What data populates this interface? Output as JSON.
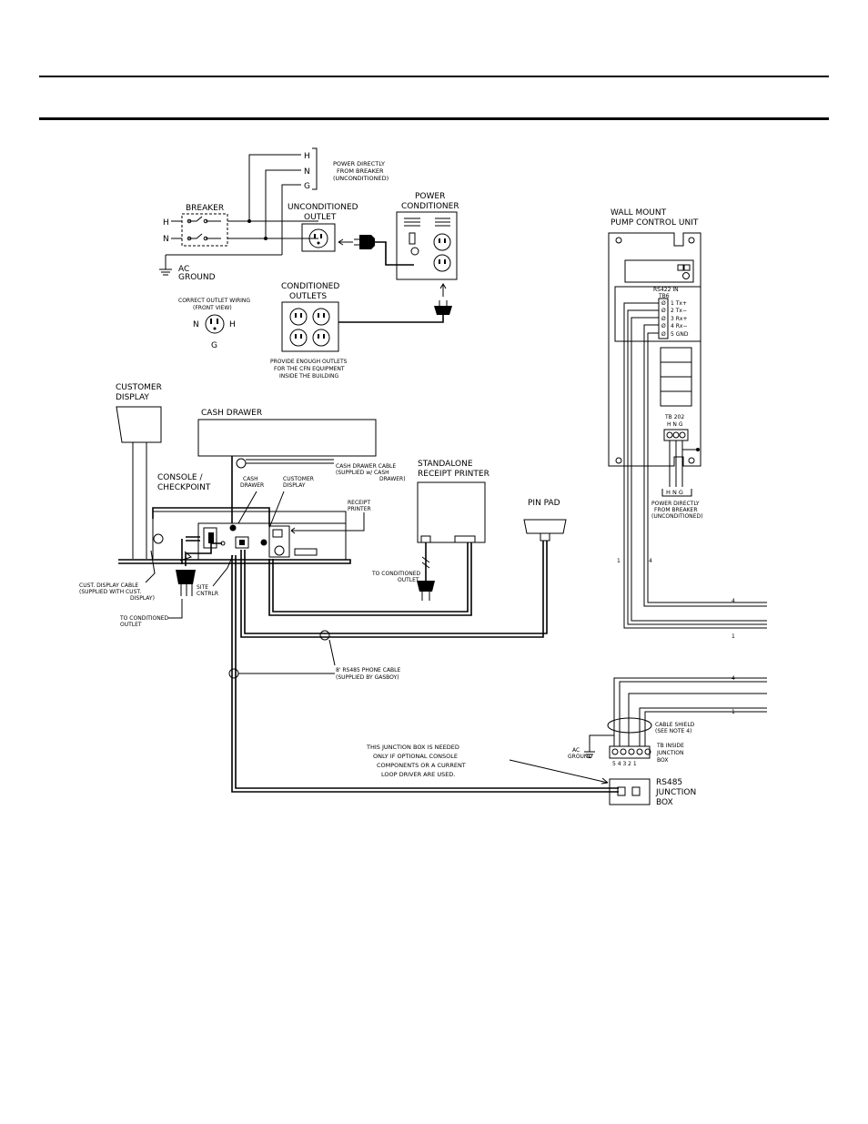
{
  "power": {
    "h": "H",
    "n": "N",
    "g": "G",
    "note": [
      "POWER DIRECTLY",
      "FROM BREAKER",
      "(UNCONDITIONED)"
    ],
    "breaker": "BREAKER",
    "breaker_h": "H",
    "breaker_n": "N",
    "unconditioned_outlet": [
      "UNCONDITIONED",
      "OUTLET"
    ],
    "power_conditioner": [
      "POWER",
      "CONDITIONER"
    ],
    "ac_ground": [
      "AC",
      "GROUND"
    ],
    "correct_wiring": [
      "CORRECT OUTLET WIRING",
      "(FRONT VIEW)"
    ],
    "wiring_n": "N",
    "wiring_h": "H",
    "wiring_g": "G",
    "conditioned_outlets": [
      "CONDITIONED",
      "OUTLETS"
    ],
    "provide_outlets": [
      "PROVIDE ENOUGH OUTLETS",
      "FOR THE CFN EQUIPMENT",
      "INSIDE THE BUILDING"
    ]
  },
  "pump": {
    "title": [
      "WALL MOUNT",
      "PUMP CONTROL UNIT"
    ],
    "rs422": "RS422 IN",
    "tb_label": "TB6",
    "terminals": [
      "1  Tx+",
      "2  Tx−",
      "3  Rx+",
      "4  Rx−",
      "5  GND"
    ],
    "tb202": "TB 202",
    "hng": "H  N  G",
    "hng_bottom": "H N G",
    "power_note": [
      "POWER DIRECTLY",
      "FROM BREAKER",
      "(UNCONDITIONED)"
    ],
    "wire_1": "1",
    "wire_4": "4"
  },
  "console": {
    "customer_display": [
      "CUSTOMER",
      "DISPLAY"
    ],
    "cash_drawer": "CASH DRAWER",
    "cash_drawer_cable": [
      "CASH DRAWER CABLE",
      "(SUPPLIED w/ CASH",
      "DRAWER)"
    ],
    "console_checkpoint": [
      "CONSOLE /",
      "CHECKPOINT"
    ],
    "cash_drawer_port": [
      "CASH",
      "DRAWER"
    ],
    "customer_display_port": [
      "CUSTOMER",
      "DISPLAY"
    ],
    "receipt_printer_port": [
      "RECEIPT",
      "PRINTER"
    ],
    "standalone_printer": [
      "STANDALONE",
      "RECEIPT PRINTER"
    ],
    "pin_pad": "PIN PAD",
    "to_conditioned_outlet_printer": [
      "TO CONDITIONED",
      "OUTLET"
    ],
    "cust_display_cable": [
      "CUST. DISPLAY CABLE",
      "(SUPPLIED WITH CUST.",
      "DISPLAY)"
    ],
    "site_cntrlr": [
      "SITE",
      "CNTRLR"
    ],
    "to_conditioned_outlet": [
      "TO CONDITIONED",
      "OUTLET"
    ],
    "phone_cable": [
      "8' RS485 PHONE CABLE",
      "(SUPPLIED BY GASBOY)"
    ]
  },
  "junction": {
    "wire_4": "4",
    "wire_1": "1",
    "cable_shield": [
      "CABLE SHIELD",
      "(SEE NOTE 4)"
    ],
    "ac_ground": [
      "AC",
      "GROUND"
    ],
    "tb_inside": [
      "TB INSIDE",
      "JUNCTION",
      "BOX"
    ],
    "terminal_numbers": "5  4  3  2  1",
    "note": [
      "THIS JUNCTION BOX IS NEEDED",
      "ONLY IF OPTIONAL CONSOLE",
      "COMPONENTS OR A CURRENT",
      "LOOP DRIVER ARE USED."
    ],
    "box": [
      "RS485",
      "JUNCTION",
      "BOX"
    ]
  }
}
